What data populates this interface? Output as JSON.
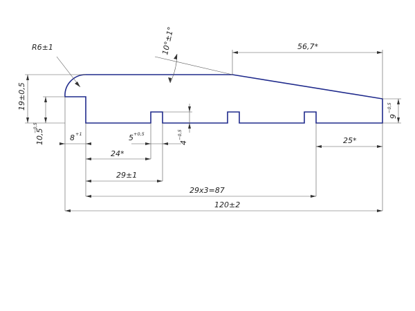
{
  "colors": {
    "profile": "#1f2a8c",
    "dimension": "#555555",
    "text": "#222222"
  },
  "labels": {
    "radius": "R6±1",
    "angle": "10°±1°",
    "top_length": "56,7*",
    "height_main": "19±0,5",
    "height_main_tol": "",
    "height_step": "10,5",
    "height_step_tol": "−0,5",
    "right_height": "9",
    "right_height_tol": "−0,5",
    "step_width": "8",
    "step_width_tol": "+1",
    "groove_width": "5",
    "groove_width_tol": "+0,5",
    "groove_depth": "4",
    "groove_depth_tol": "−0,5",
    "offset_24": "24*",
    "pitch_first": "29±1",
    "pitch_series": "29x3=87",
    "total_length": "120±2",
    "right_offset": "25*"
  }
}
